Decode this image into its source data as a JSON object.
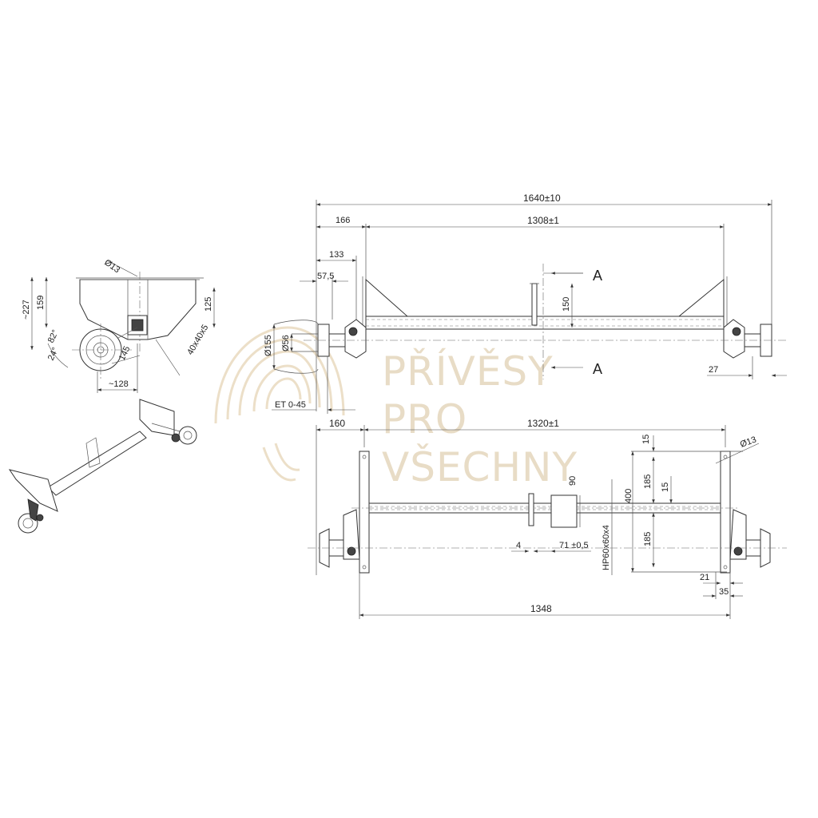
{
  "watermark": {
    "lines": [
      "PŘÍVĚSY",
      "PRO",
      "VŠECHNY"
    ],
    "color": "#e8dcc6"
  },
  "side_view": {
    "dims": {
      "d13": "Ø13",
      "h227": "~227",
      "h159": "159",
      "h125": "125",
      "tube": "40x40x5",
      "a24": "24°",
      "a82": "82°",
      "w145": "145",
      "w128": "~128"
    }
  },
  "top_view": {
    "dims": {
      "overall": "1640±10",
      "d166": "166",
      "d1308": "1308±1",
      "d133": "133",
      "d575": "57,5",
      "d155": "Ø155",
      "d56": "Ø56",
      "d150": "150",
      "d27": "27",
      "et": "ET 0-45",
      "section_a_top": "A",
      "section_a_bottom": "A"
    }
  },
  "front_view": {
    "dims": {
      "d160": "160",
      "d1320": "1320±1",
      "d13": "Ø13",
      "d15a": "15",
      "d15b": "15",
      "d185a": "185",
      "d185b": "185",
      "d400": "400",
      "d90": "90",
      "profile": "HP60x60x4",
      "d4": "4",
      "d71": "71 ±0,5",
      "d21": "21",
      "d35": "35",
      "d1348": "1348"
    }
  }
}
